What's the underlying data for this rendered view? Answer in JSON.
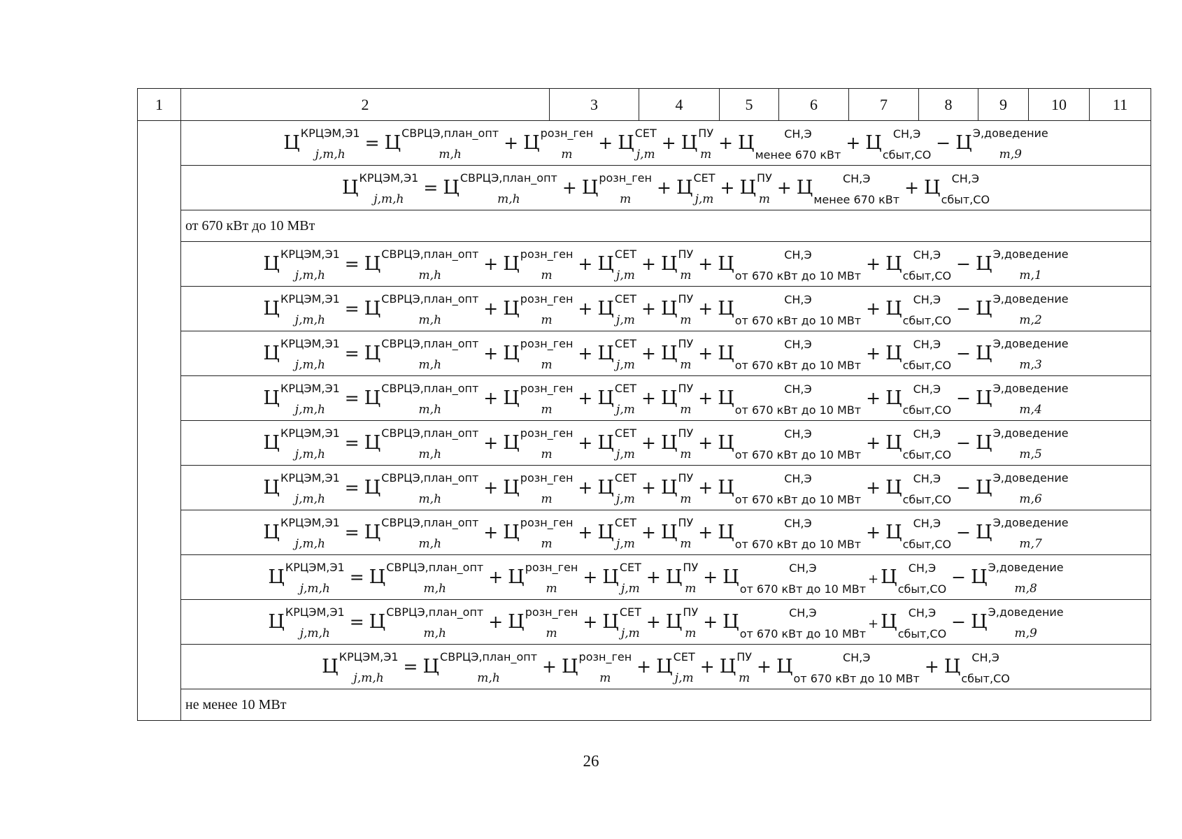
{
  "header": [
    "1",
    "2",
    "3",
    "4",
    "5",
    "6",
    "7",
    "8",
    "9",
    "10",
    "11"
  ],
  "symbol": "Ц",
  "formula_terms": {
    "lhs": {
      "sup": "КРЦЭМ,Э1",
      "sub": "j,m,h"
    },
    "svrce": {
      "sup": "СВРЦЭ,план_опт",
      "sub": "m,h"
    },
    "rozn": {
      "sup": "розн_ген",
      "sub": "m"
    },
    "set": {
      "sup": "СЕТ",
      "sub": "j,m"
    },
    "pu": {
      "sup": "ПУ",
      "sub": "m"
    },
    "sn_lt670": {
      "sup": "СН,Э",
      "sub": "менее 670 кВт"
    },
    "sn_670_10": {
      "sup": "СН,Э",
      "sub": "от 670 кВт до 10 МВт"
    },
    "sbyt": {
      "sup": "СН,Э",
      "sub": "сбыт,СО"
    },
    "dov_sup": "Э,доведение",
    "dov_sub_prefix": "m,"
  },
  "rows": [
    {
      "type": "formula",
      "group": "lt670",
      "dov_index": "9",
      "small_plus": false
    },
    {
      "type": "formula",
      "group": "lt670",
      "dov_index": null,
      "small_plus": false
    },
    {
      "type": "section",
      "text": "от 670 кВт до 10 МВт"
    },
    {
      "type": "formula",
      "group": "670_10",
      "dov_index": "1",
      "small_plus": false
    },
    {
      "type": "formula",
      "group": "670_10",
      "dov_index": "2",
      "small_plus": false
    },
    {
      "type": "formula",
      "group": "670_10",
      "dov_index": "3",
      "small_plus": false
    },
    {
      "type": "formula",
      "group": "670_10",
      "dov_index": "4",
      "small_plus": false
    },
    {
      "type": "formula",
      "group": "670_10",
      "dov_index": "5",
      "small_plus": false
    },
    {
      "type": "formula",
      "group": "670_10",
      "dov_index": "6",
      "small_plus": false
    },
    {
      "type": "formula",
      "group": "670_10",
      "dov_index": "7",
      "small_plus": false
    },
    {
      "type": "formula",
      "group": "670_10",
      "dov_index": "8",
      "small_plus": true
    },
    {
      "type": "formula",
      "group": "670_10",
      "dov_index": "9",
      "small_plus": true
    },
    {
      "type": "formula",
      "group": "670_10",
      "dov_index": null,
      "small_plus": false
    },
    {
      "type": "section",
      "text": "не менее 10 МВт"
    }
  ],
  "page_number": "26"
}
